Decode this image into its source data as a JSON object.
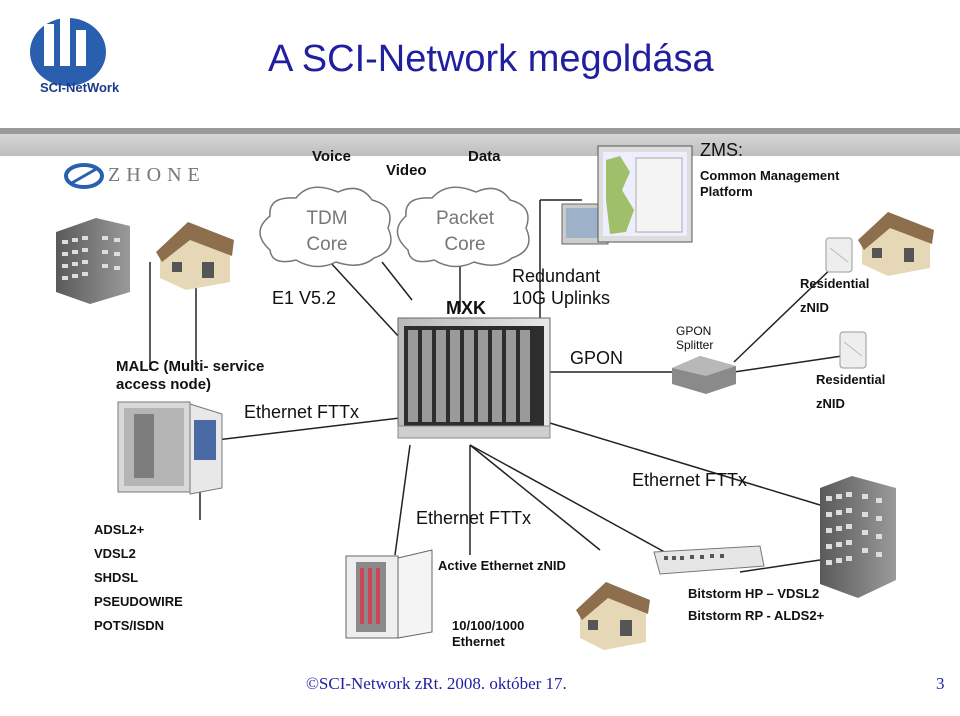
{
  "slide": {
    "title": "A SCI-Network megoldása",
    "logo": {
      "icon": "sci-network-logo",
      "text": "SCI-NetWork"
    },
    "vendor": {
      "icon": "zhone-logo",
      "text": "ZHONE"
    },
    "footer": "©SCI-Network zRt.  2008. október 17.",
    "page_number": "3"
  },
  "top_services": {
    "voice": "Voice",
    "video": "Video",
    "data": "Data"
  },
  "clouds": {
    "tdm": {
      "line1": "TDM",
      "line2": "Core"
    },
    "packet": {
      "line1": "Packet",
      "line2": "Core"
    }
  },
  "zms": {
    "title": "ZMS:",
    "subtitle1": "Common Management",
    "subtitle2": "Platform"
  },
  "labels": {
    "e1": "E1 V5.2",
    "mxk": "MXK",
    "uplinks1": "Redundant",
    "uplinks2": "10G Uplinks",
    "gpon": "GPON",
    "gpon_splitter1": "GPON",
    "gpon_splitter2": "Splitter",
    "residential_1": "Residential",
    "znid_1": "zNID",
    "residential_2": "Residential",
    "znid_2": "zNID",
    "malc1": "MALC (Multi- service",
    "malc2": "access node)",
    "ethernet_fttx_left": "Ethernet FTTx",
    "ethernet_fttx_right": "Ethernet FTTx",
    "ethernet_fttx_bottom": "Ethernet FTTx",
    "active_ethernet": "Active Ethernet zNID",
    "eth_speed1": "10/100/1000",
    "eth_speed2": "Ethernet",
    "bitstorm_hp": "Bitstorm HP – VDSL2",
    "bitstorm_rp": "Bitstorm RP - ALDS2+"
  },
  "dsl_list": [
    "ADSL2+",
    "VDSL2",
    "SHDSL",
    "PSEUDOWIRE",
    "POTS/ISDN"
  ],
  "colors": {
    "title": "#1f1fa0",
    "band": "#c9c9c9",
    "line": "#222222",
    "cloud_text": "#777777"
  }
}
